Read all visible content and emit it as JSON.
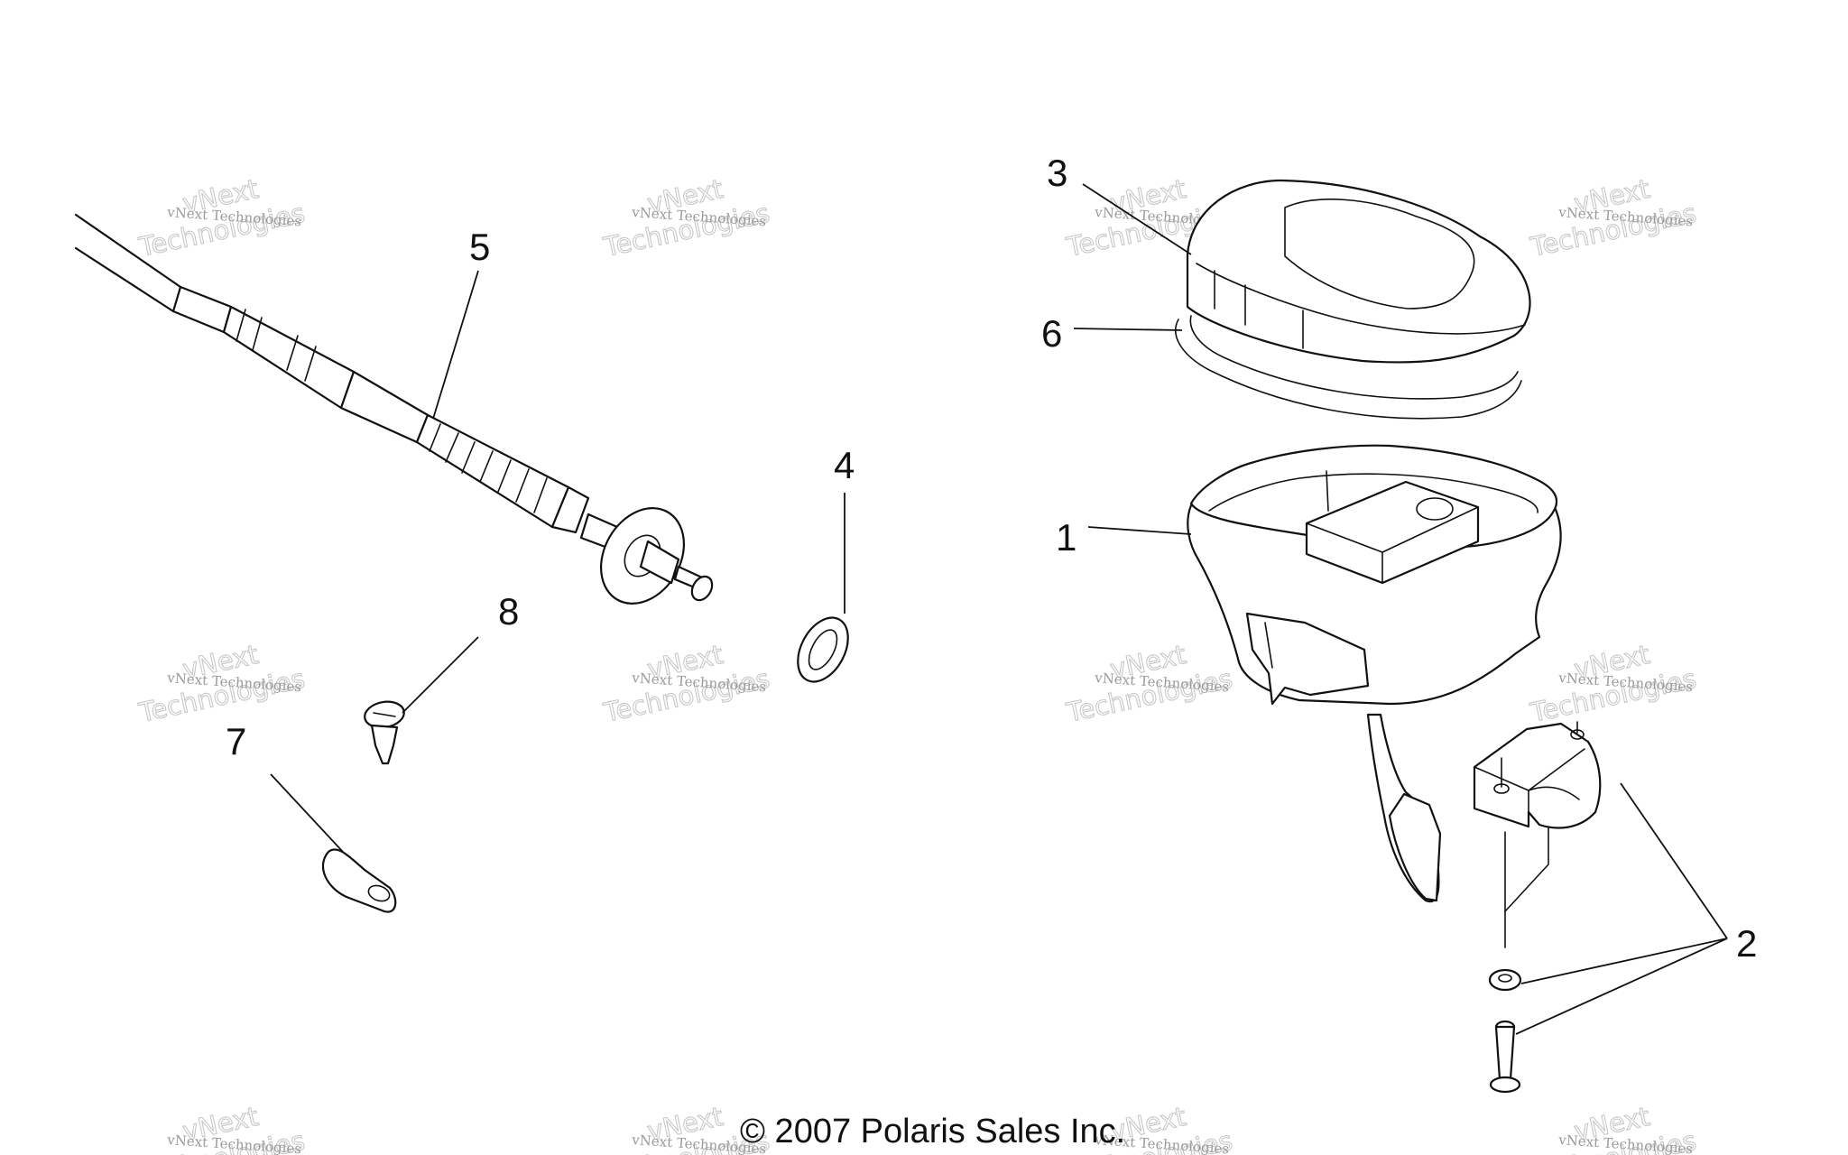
{
  "diagram": {
    "callouts": [
      {
        "id": "c1",
        "label": "1"
      },
      {
        "id": "c2",
        "label": "2"
      },
      {
        "id": "c3",
        "label": "3"
      },
      {
        "id": "c4",
        "label": "4"
      },
      {
        "id": "c5",
        "label": "5"
      },
      {
        "id": "c6",
        "label": "6"
      },
      {
        "id": "c7",
        "label": "7"
      },
      {
        "id": "c8",
        "label": "8"
      }
    ],
    "copyright": "© 2007 Polaris Sales Inc.",
    "watermark": {
      "line1": "vNext Technologies",
      "line2": "Technologies",
      "line3": "vNext"
    },
    "colors": {
      "line": "#111111",
      "background": "#ffffff",
      "watermark": "#bdbdbd"
    }
  }
}
